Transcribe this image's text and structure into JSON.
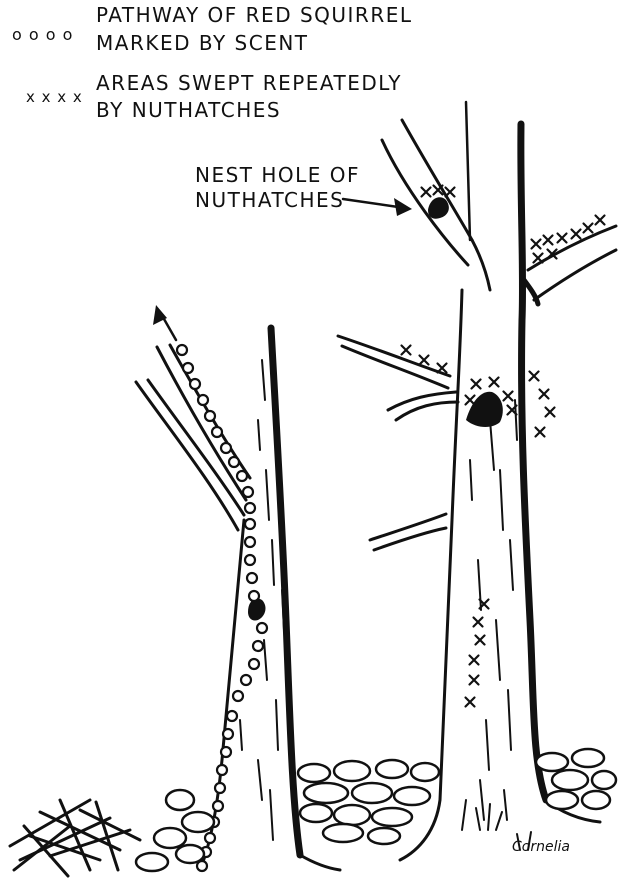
{
  "legend": {
    "circles_symbol": "o o o o",
    "circles_line1": "PATHWAY OF RED SQUIRREL",
    "circles_line2": "MARKED BY SCENT",
    "crosses_symbol": "x x x x",
    "crosses_line1": "AREAS SWEPT REPEATEDLY",
    "crosses_line2": "BY NUTHATCHES"
  },
  "callout": {
    "line1": "NEST HOLE OF",
    "line2": "NUTHATCHES"
  },
  "signature": "Cornelia",
  "colors": {
    "ink": "#111111",
    "paper": "#ffffff"
  }
}
